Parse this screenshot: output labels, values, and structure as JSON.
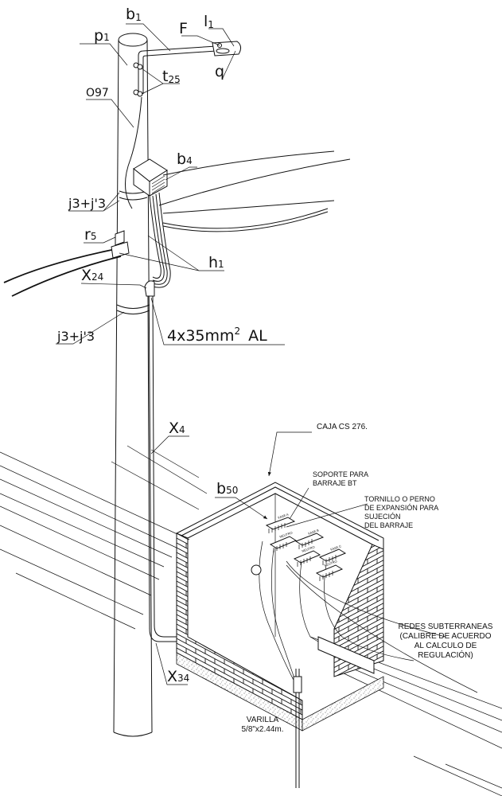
{
  "diagram": {
    "title": "Poste con luminaria, caja de derivación y caja CS 276 con barraje BT",
    "labels": {
      "b1": {
        "main": "b",
        "sub": "1"
      },
      "p1": {
        "main": "p",
        "sub": "1"
      },
      "F": {
        "main": "F",
        "sub": ""
      },
      "l1": {
        "main": "l",
        "sub": "1"
      },
      "q": {
        "main": "q",
        "sub": ""
      },
      "t25": {
        "main": "t",
        "sub": "25"
      },
      "o97": {
        "main": "O97",
        "sub": ""
      },
      "b4": {
        "main": "b",
        "sub": "4"
      },
      "j3_top": {
        "main": "j3+j'3",
        "sub": ""
      },
      "r5": {
        "main": "r",
        "sub": "5"
      },
      "h1": {
        "main": "h",
        "sub": "1"
      },
      "x24": {
        "main": "X",
        "sub": "24"
      },
      "j3_bottom": {
        "main": "j3+j'3",
        "sub": ""
      },
      "cable": {
        "main": "4x35mm",
        "sup": "2",
        "tail": "AL"
      },
      "x4": {
        "main": "X",
        "sub": "4"
      },
      "x34": {
        "main": "X",
        "sub": "34"
      },
      "b50": {
        "main": "b",
        "sub": "50"
      }
    },
    "notes": {
      "caja": "CAJA CS 276.",
      "soporte_1": "SOPORTE PARA",
      "soporte_2": "BARRAJE BT",
      "tornillo_1": "TORNILLO O PERNO",
      "tornillo_2": "DE EXPANSIÓN PARA",
      "tornillo_3": "SUJECIÓN",
      "tornillo_4": "DEL BARRAJE",
      "redes_1": "REDES SUBTERRANEAS",
      "redes_2": "(CALIBRE DE ACUERDO",
      "redes_3": "AL CALCULO DE",
      "redes_4": "REGULACIÓN)",
      "varilla_1": "VARILLA",
      "varilla_2": "5/8\"x2.44m."
    },
    "busbars": {
      "fase_a": "FASE A",
      "fase_b": "FASE B",
      "fase_c": "FASE C",
      "neutro": "NEUTRO"
    },
    "colors": {
      "ink": "#111111",
      "paper": "#ffffff"
    }
  }
}
